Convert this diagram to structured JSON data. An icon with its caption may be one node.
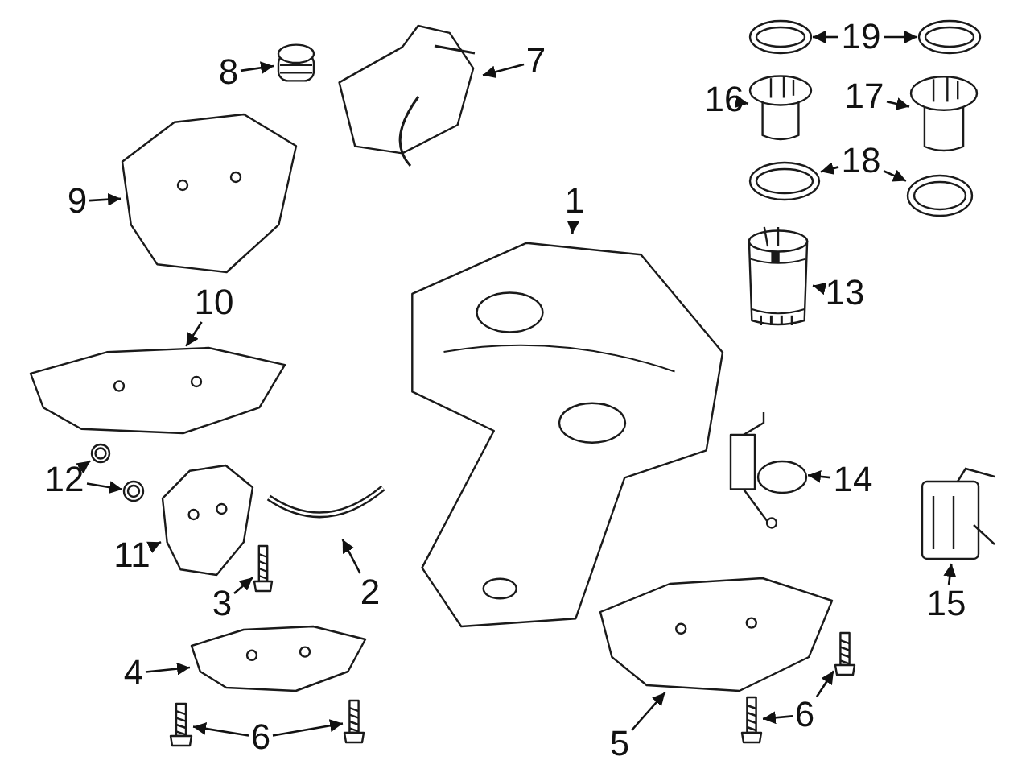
{
  "diagram": {
    "nodes": [
      {
        "text": [
          "19"
        ]
      },
      {
        "text": [
          "16"
        ]
      },
      {
        "text": [
          "8"
        ]
      },
      {
        "text": [
          "7"
        ]
      },
      {
        "text": [
          "17"
        ]
      },
      {
        "text": [
          "9"
        ]
      },
      {
        "text": [
          "18"
        ]
      },
      {
        "text": [
          "1"
        ]
      },
      {
        "text": [
          "13"
        ]
      },
      {
        "text": [
          "10"
        ]
      },
      {
        "text": [
          "12"
        ]
      },
      {
        "text": [
          "14"
        ]
      },
      {
        "text": [
          "11"
        ]
      },
      {
        "text": [
          "2"
        ]
      },
      {
        "text": [
          "3"
        ]
      },
      {
        "text": [
          "15"
        ]
      },
      {
        "text": [
          "4"
        ]
      },
      {
        "text": [
          "6"
        ]
      },
      {
        "text": [
          "6"
        ]
      },
      {
        "text": [
          "5"
        ]
      },
      {
        "text": [],
        "shape": "picture"
      },
      {
        "text": [],
        "shape": "picture"
      },
      {
        "text": [],
        "shape": "picture"
      },
      {
        "text": [],
        "shape": "picture"
      },
      {
        "text": [],
        "shape": "picture"
      },
      {
        "text": [],
        "shape": "picture"
      },
      {
        "text": [],
        "shape": "picture"
      },
      {
        "text": [],
        "shape": "picture"
      },
      {
        "text": [],
        "shape": "picture"
      },
      {
        "text": [],
        "shape": "picture"
      },
      {
        "text": [],
        "shape": "picture"
      },
      {
        "text": [],
        "shape": "picture"
      },
      {
        "text": [],
        "shape": "picture"
      },
      {
        "text": [],
        "shape": "picture"
      },
      {
        "text": [],
        "shape": "picture"
      },
      {
        "text": [],
        "shape": "picture"
      },
      {
        "text": [],
        "shape": "picture"
      },
      {
        "text": [],
        "shape": "picture"
      },
      {
        "text": [],
        "shape": "picture"
      },
      {
        "text": [],
        "shape": "picture"
      },
      {
        "text": [],
        "shape": "picture"
      },
      {
        "text": [],
        "shape": "picture"
      },
      {
        "text": [],
        "shape": "picture"
      },
      {
        "text": [],
        "shape": "picture"
      },
      {
        "text": [],
        "shape": "picture"
      }
    ],
    "edges": [
      {
        "from": 0,
        "to": 20,
        "arrow": "to"
      },
      {
        "from": 0,
        "to": 21,
        "arrow": "to"
      },
      {
        "from": 1,
        "to": 22,
        "arrow": "to"
      },
      {
        "from": 2,
        "to": 23,
        "arrow": "to"
      },
      {
        "from": 3,
        "to": 24,
        "arrow": "to"
      },
      {
        "from": 4,
        "to": 25,
        "arrow": "to"
      },
      {
        "from": 5,
        "to": 26,
        "arrow": "to"
      },
      {
        "from": 6,
        "to": 27,
        "arrow": "to"
      },
      {
        "from": 6,
        "to": 28,
        "arrow": "to"
      },
      {
        "from": 7,
        "to": 29,
        "arrow": "to"
      },
      {
        "from": 8,
        "to": 30,
        "arrow": "to"
      },
      {
        "from": 9,
        "to": 31,
        "arrow": "to"
      },
      {
        "from": 10,
        "to": 32,
        "arrow": "to"
      },
      {
        "from": 10,
        "to": 33,
        "arrow": "to"
      },
      {
        "from": 11,
        "to": 34,
        "arrow": "to"
      },
      {
        "from": 12,
        "to": 35,
        "arrow": "to"
      },
      {
        "from": 13,
        "to": 36,
        "arrow": "to"
      },
      {
        "from": 14,
        "to": 37,
        "arrow": "to"
      },
      {
        "from": 15,
        "to": 38,
        "arrow": "to"
      },
      {
        "from": 16,
        "to": 39,
        "arrow": "to"
      },
      {
        "from": 17,
        "to": 40,
        "arrow": "to"
      },
      {
        "from": 17,
        "to": 41,
        "arrow": "to"
      },
      {
        "from": 18,
        "to": 42,
        "arrow": "to"
      },
      {
        "from": 18,
        "to": 43,
        "arrow": "to"
      },
      {
        "from": 19,
        "to": 44,
        "arrow": "to"
      }
    ]
  }
}
